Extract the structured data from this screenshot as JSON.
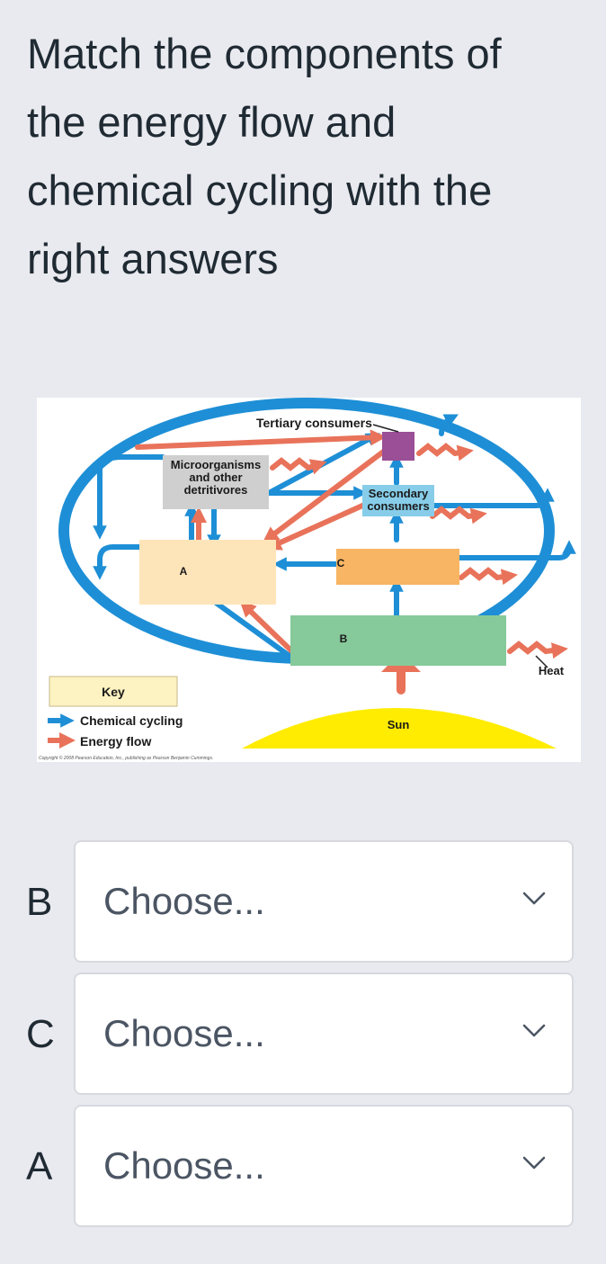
{
  "question": {
    "text": "Match the components of the energy flow and chemical cycling with the right answers"
  },
  "diagram": {
    "labels": {
      "tertiary": "Tertiary consumers",
      "micro1": "Microorganisms",
      "micro2": "and other",
      "micro3": "detritivores",
      "secondary1": "Secondary",
      "secondary2": "consumers",
      "box_a": "A",
      "box_b": "B",
      "box_c": "C",
      "heat": "Heat",
      "key": "Key",
      "chem": "Chemical cycling",
      "energy": "Energy flow",
      "sun": "Sun",
      "copyright": "Copyright © 2008 Pearson Education, Inc., publishing as Pearson Benjamin Cummings."
    },
    "colors": {
      "chemical": "#1e8fd6",
      "energy": "#e8735a",
      "tertiary": "#9a4f96",
      "secondary": "#87cde9",
      "micro": "#cfcfcf",
      "box_a": "#fde4b9",
      "box_c": "#f8b563",
      "box_b": "#86c99a",
      "sun": "#ffec00"
    }
  },
  "dropdowns": [
    {
      "letter": "B",
      "placeholder": "Choose..."
    },
    {
      "letter": "C",
      "placeholder": "Choose..."
    },
    {
      "letter": "A",
      "placeholder": "Choose..."
    }
  ],
  "icons": {
    "dropdown": "chevron-down-icon"
  }
}
